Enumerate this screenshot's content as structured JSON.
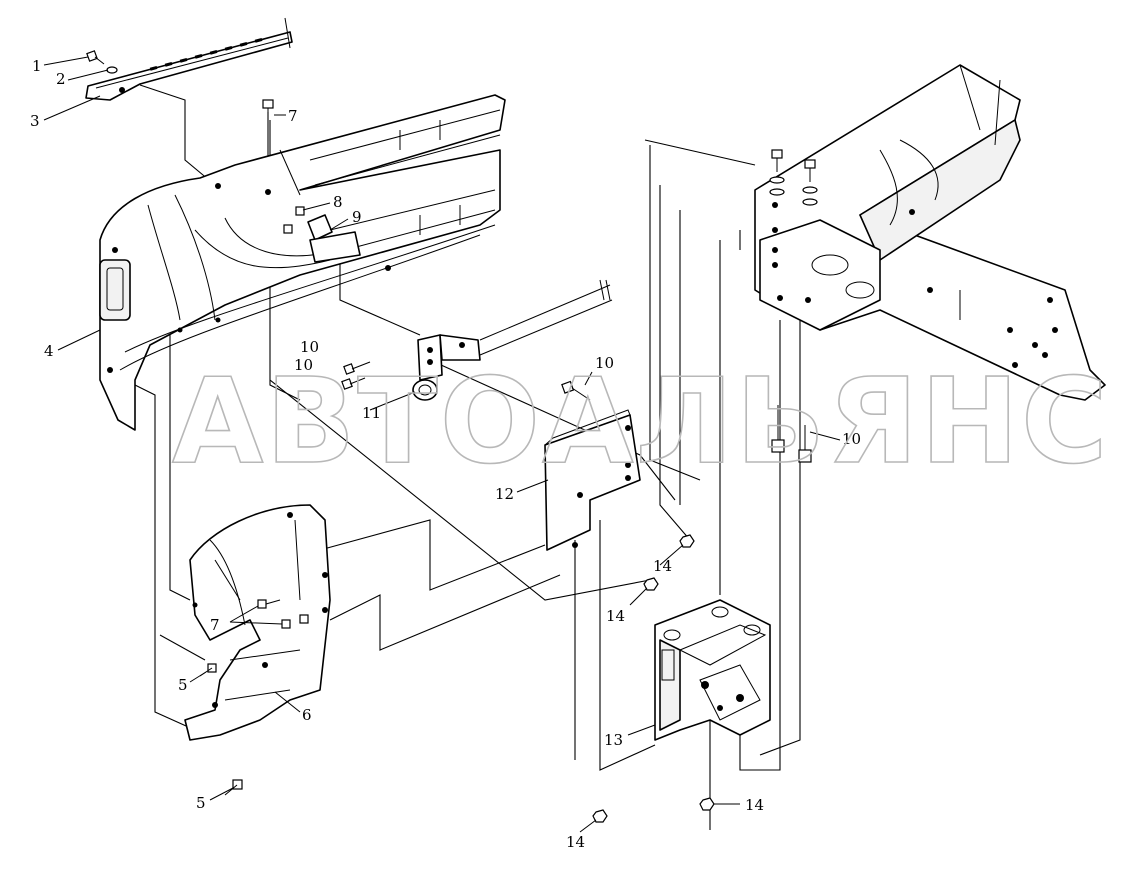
{
  "watermark": "АВТОАЛЬЯНС",
  "callouts": [
    {
      "id": "c1",
      "label": "1"
    },
    {
      "id": "c2",
      "label": "2"
    },
    {
      "id": "c3",
      "label": "3"
    },
    {
      "id": "c4",
      "label": "4"
    },
    {
      "id": "c5a",
      "label": "5"
    },
    {
      "id": "c5b",
      "label": "5"
    },
    {
      "id": "c6",
      "label": "6"
    },
    {
      "id": "c7a",
      "label": "7"
    },
    {
      "id": "c7b",
      "label": "7"
    },
    {
      "id": "c8",
      "label": "8"
    },
    {
      "id": "c9",
      "label": "9"
    },
    {
      "id": "c10a",
      "label": "10"
    },
    {
      "id": "c10b",
      "label": "10"
    },
    {
      "id": "c10c",
      "label": "10"
    },
    {
      "id": "c10d",
      "label": "10"
    },
    {
      "id": "c11",
      "label": "11"
    },
    {
      "id": "c12",
      "label": "12"
    },
    {
      "id": "c13",
      "label": "13"
    },
    {
      "id": "c14a",
      "label": "14"
    },
    {
      "id": "c14b",
      "label": "14"
    },
    {
      "id": "c14c",
      "label": "14"
    },
    {
      "id": "c14d",
      "label": "14"
    }
  ]
}
